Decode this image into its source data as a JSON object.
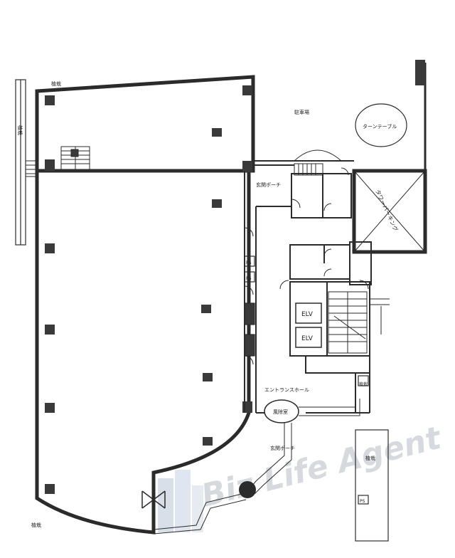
{
  "labels": {
    "planting_top": "植栽",
    "planting_left": "植栽",
    "parking": "駐車場",
    "turntable": "ターンテーブル",
    "tower_parking": "タワーパーキング",
    "entrance_porch_upper": "玄関ポーチ",
    "entrance_porch_lower": "玄関ポーチ",
    "entrance_hall": "エントランスホール",
    "windbreak_room": "風除室",
    "planting_bottom_left": "植栽",
    "planting_right": "植栽",
    "planting_small": "植栽",
    "ps_1": "PS",
    "ps_2": "PS",
    "ps_3": "PS",
    "elv_1": "ELV",
    "elv_2": "ELV"
  },
  "watermark": "Biz Life Agent",
  "colors": {
    "wall": "#2b2b2b",
    "column": "#3a3a3a",
    "watermark": "#c9ced4",
    "watermark_logo": "#b9c6d8"
  }
}
